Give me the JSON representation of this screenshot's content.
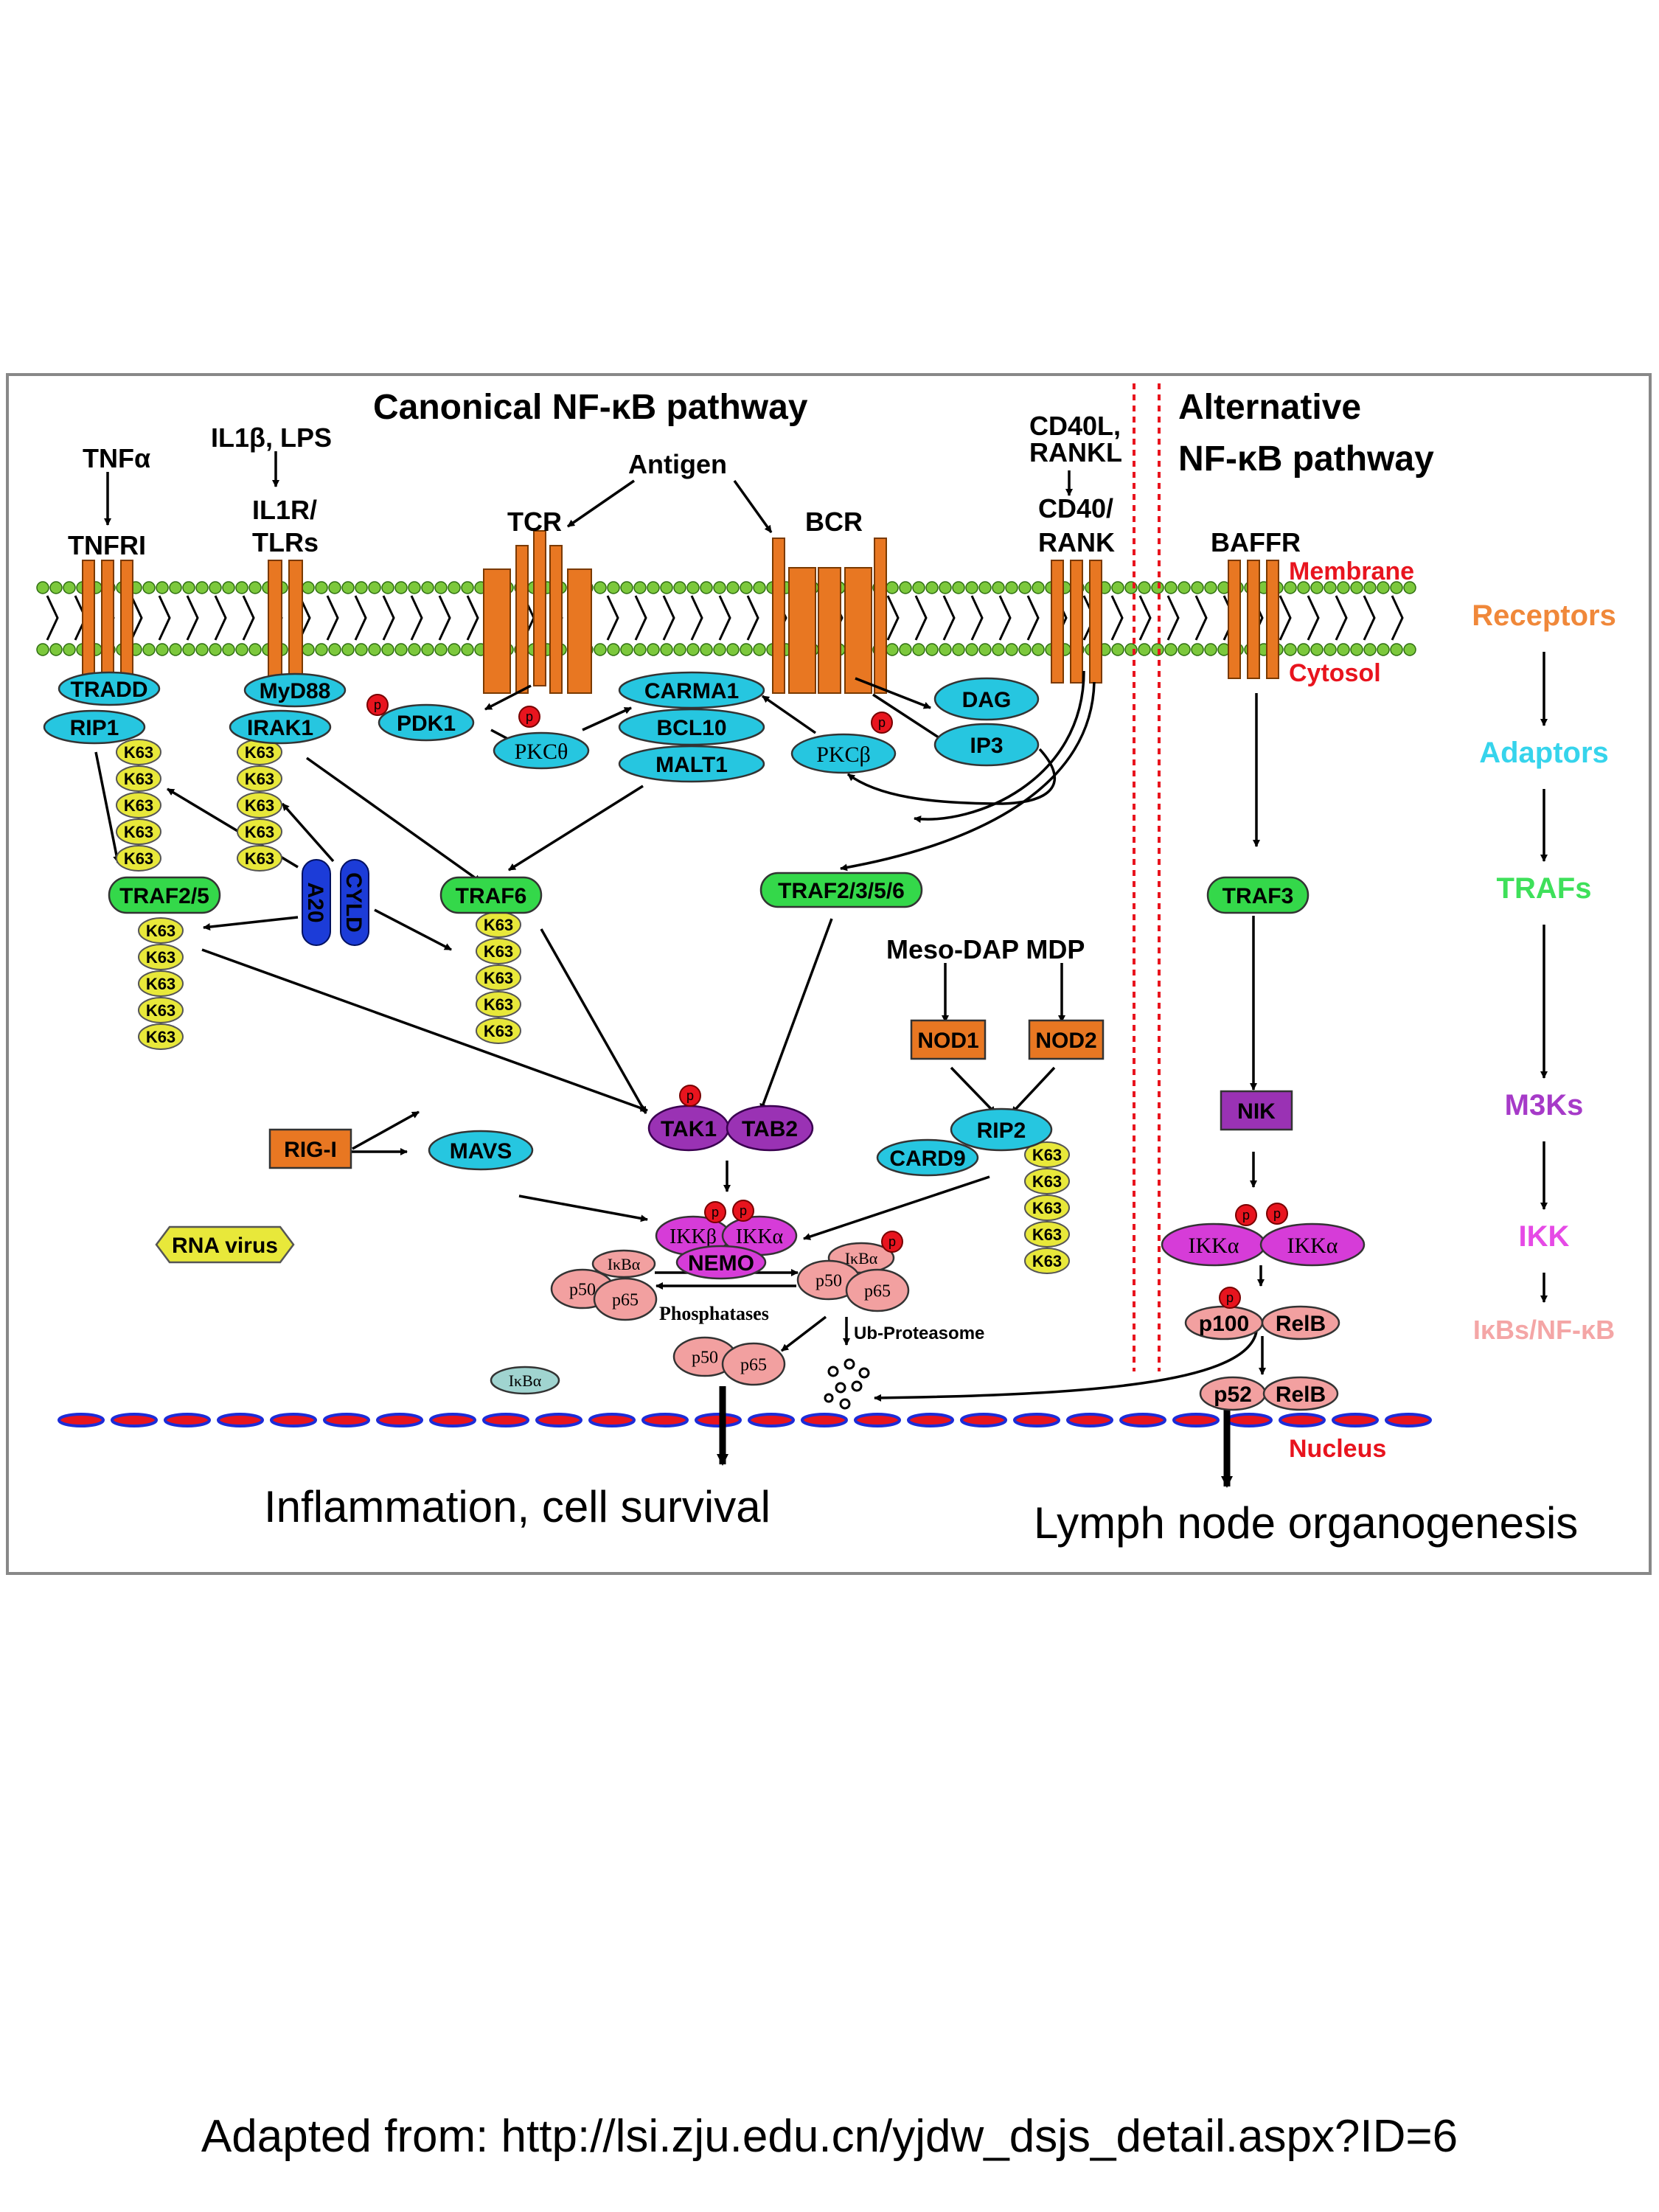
{
  "titles": {
    "canonical": "Canonical NF-κB pathway",
    "alternative_1": "Alternative",
    "alternative_2": "NF-κB pathway"
  },
  "compartments": {
    "membrane": "Membrane",
    "cytosol": "Cytosol",
    "nucleus": "Nucleus"
  },
  "ligands": {
    "tnfa": "TNFα",
    "il1b_lps": "IL1β, LPS",
    "antigen": "Antigen",
    "cd40l_1": "CD40L,",
    "cd40l_2": "RANKL",
    "meso_dap_mdp": "Meso-DAP MDP"
  },
  "receptors": {
    "tnfri": "TNFRI",
    "il1r_1": "IL1R/",
    "il1r_2": "TLRs",
    "tcr": "TCR",
    "bcr": "BCR",
    "cd40_1": "CD40/",
    "cd40_2": "RANK",
    "baffr": "BAFFR"
  },
  "nodes": {
    "tradd": "TRADD",
    "rip1": "RIP1",
    "myd88": "MyD88",
    "irak1": "IRAK1",
    "pdk1": "PDK1",
    "pkc_theta": "PKCθ",
    "carma1": "CARMA1",
    "bcl10": "BCL10",
    "malt1": "MALT1",
    "pkc_beta": "PKCβ",
    "dag": "DAG",
    "ip3": "IP3",
    "traf25": "TRAF2/5",
    "traf6": "TRAF6",
    "traf2356": "TRAF2/3/5/6",
    "traf3": "TRAF3",
    "a20": "A20",
    "cyld": "CYLD",
    "nod1": "NOD1",
    "nod2": "NOD2",
    "rip2": "RIP2",
    "card9": "CARD9",
    "rigi": "RIG-I",
    "mavs": "MAVS",
    "rna_virus": "RNA virus",
    "tak1": "TAK1",
    "tab2": "TAB2",
    "nik": "NIK",
    "ikkb": "IKKβ",
    "ikka": "IKKα",
    "nemo": "NEMO",
    "ikba": "IκBα",
    "p50": "p50",
    "p65": "p65",
    "p100": "p100",
    "relb": "RelB",
    "p52": "p52",
    "phosphatases": "Phosphatases",
    "ub_proteasome": "Ub-Proteasome",
    "p": "p",
    "k63": "K63"
  },
  "outcomes": {
    "canonical": "Inflammation, cell survival",
    "alternative": "Lymph node organogenesis"
  },
  "legend": [
    {
      "label": "Receptors",
      "color": "#f0883a"
    },
    {
      "label": "Adaptors",
      "color": "#36d4ec"
    },
    {
      "label": "TRAFs",
      "color": "#3ee05a"
    },
    {
      "label": "M3Ks",
      "color": "#a63ac8"
    },
    {
      "label": "IKK",
      "color": "#e64ae6"
    },
    {
      "label": "IκBs/NF-κB",
      "color": "#f4a6a6"
    }
  ],
  "colors": {
    "receptor": "#e87722",
    "adaptor": "#26c6e0",
    "traf": "#34d84a",
    "m3k": "#9a32b4",
    "ikk": "#d63cd8",
    "nfkb": "#f2a0a0",
    "phospho": "#e8141e",
    "k63": "#e8e83a",
    "a20": "#1c3cd8",
    "nucleus_red": "#e8141e"
  },
  "credit": "Adapted from: http://lsi.zju.edu.cn/yjdw_dsjs_detail.aspx?ID=6"
}
